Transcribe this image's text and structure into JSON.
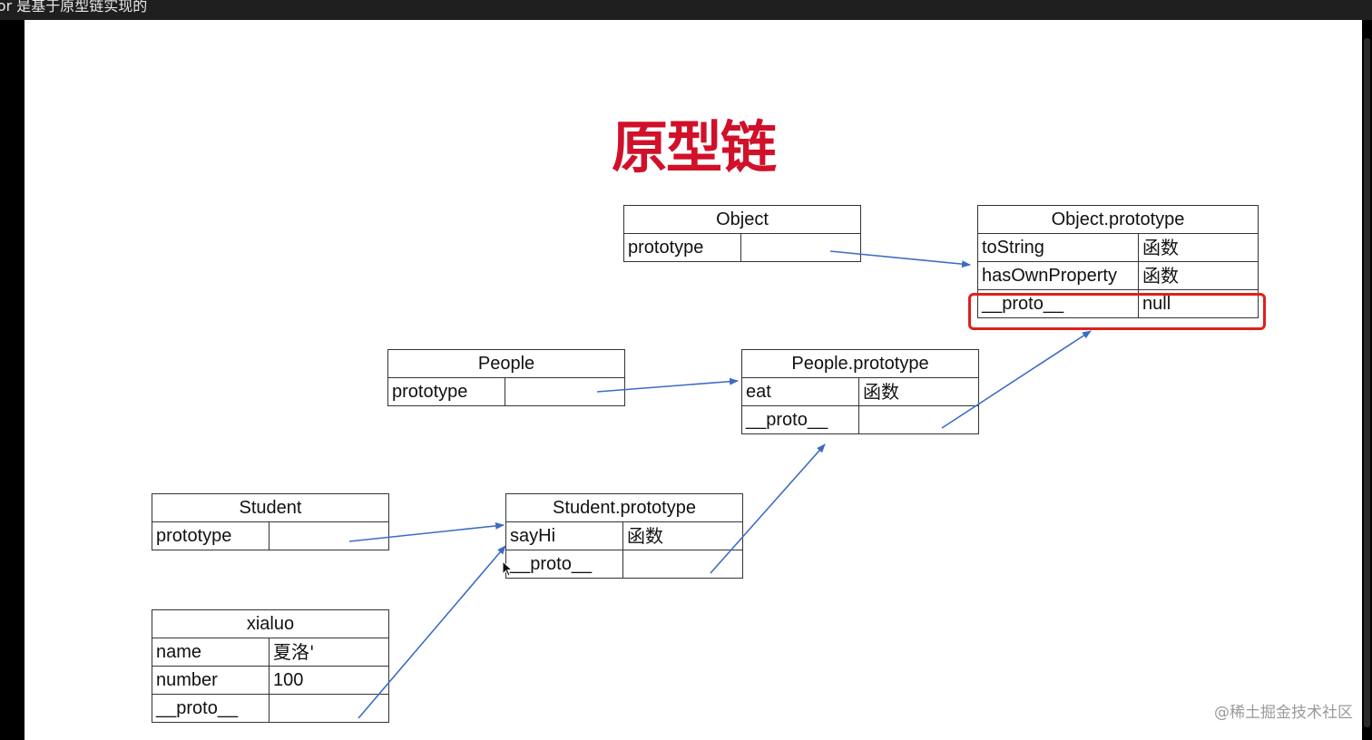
{
  "window": {
    "title": "cor 是基于原型链实现的"
  },
  "slide": {
    "title": "原型链",
    "watermark": "@稀土掘金技术社区"
  },
  "boxes": {
    "object": {
      "header": "Object",
      "rows": [
        [
          "prototype",
          ""
        ]
      ]
    },
    "object_prototype": {
      "header": "Object.prototype",
      "rows": [
        [
          "toString",
          "函数"
        ],
        [
          "hasOwnProperty",
          "函数"
        ],
        [
          "__proto__",
          "null"
        ]
      ]
    },
    "people": {
      "header": "People",
      "rows": [
        [
          "prototype",
          ""
        ]
      ]
    },
    "people_prototype": {
      "header": "People.prototype",
      "rows": [
        [
          "eat",
          "函数"
        ],
        [
          "__proto__",
          ""
        ]
      ]
    },
    "student": {
      "header": "Student",
      "rows": [
        [
          "prototype",
          ""
        ]
      ]
    },
    "student_prototype": {
      "header": "Student.prototype",
      "rows": [
        [
          "sayHi",
          "函数"
        ],
        [
          "__proto__",
          ""
        ]
      ]
    },
    "xialuo": {
      "header": "xialuo",
      "rows": [
        [
          "name",
          "夏洛'"
        ],
        [
          "number",
          "100"
        ],
        [
          "__proto__",
          ""
        ]
      ]
    }
  },
  "colors": {
    "title": "#d1102a",
    "arrow": "#3b6cc4",
    "highlight": "#e0201b"
  },
  "icons": {
    "cursor": "mouse-pointer-icon"
  }
}
